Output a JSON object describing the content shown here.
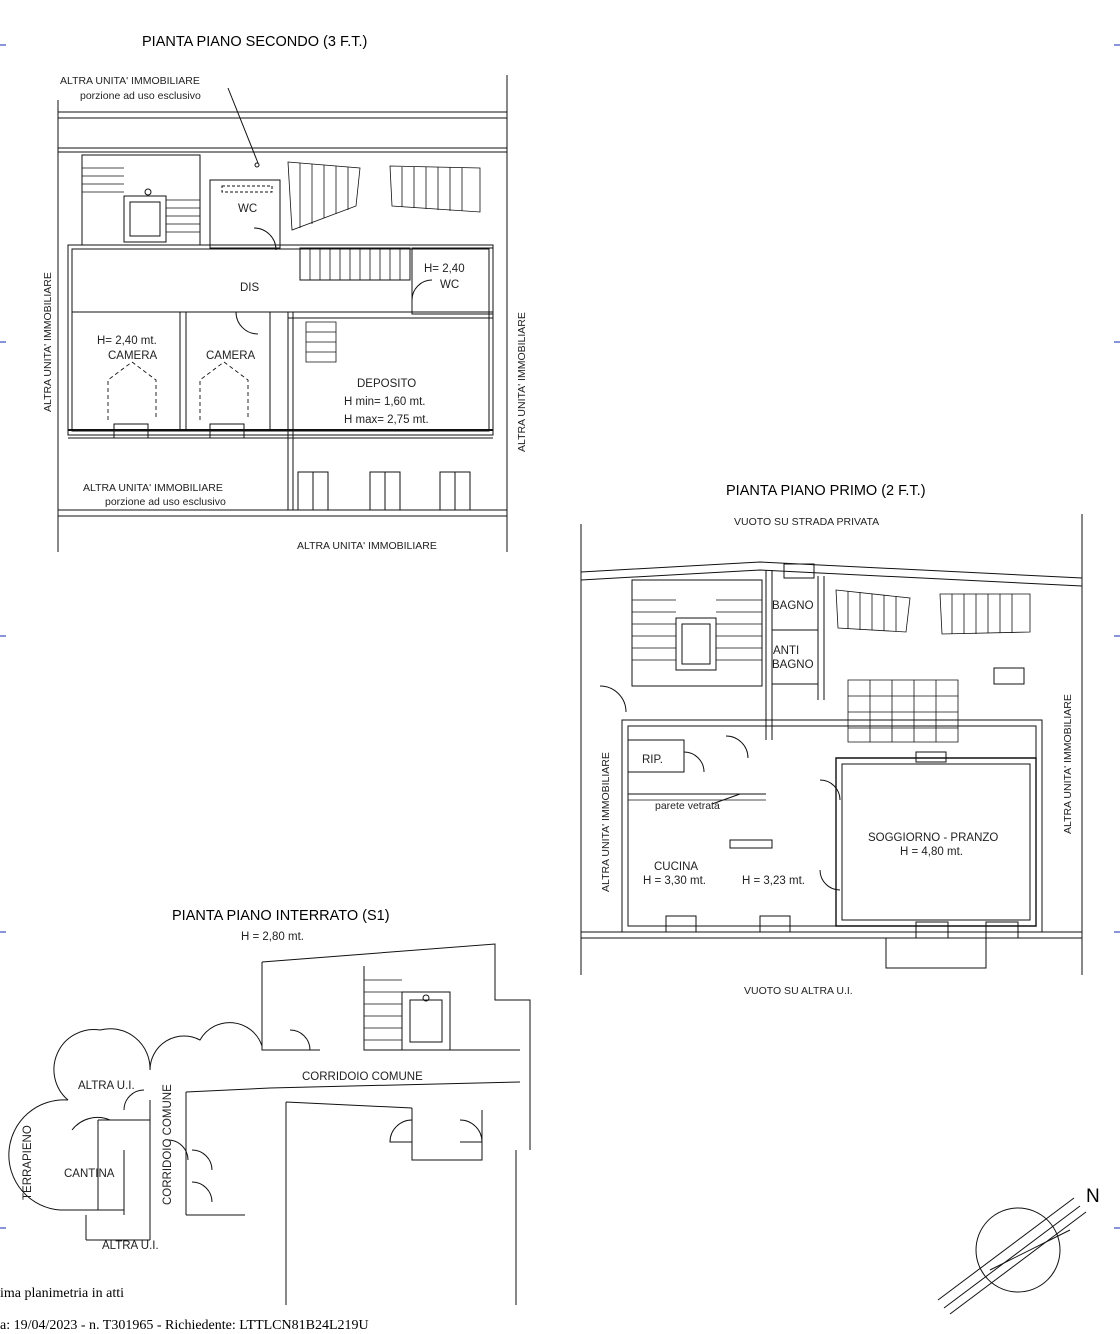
{
  "plans": {
    "second_floor": {
      "title": "PIANTA PIANO SECONDO (3 F.T.)",
      "labels": {
        "altra_unita_top": "ALTRA UNITA' IMMOBILIARE",
        "porzione_top": "porzione ad uso esclusivo",
        "wc_1": "WC",
        "h_240": "H= 2,40",
        "wc_2": "WC",
        "dis": "DIS",
        "camera_1_h": "H= 2,40 mt.",
        "camera_1": "CAMERA",
        "camera_2": "CAMERA",
        "deposito": "DEPOSITO",
        "h_min": "H min= 1,60 mt.",
        "h_max": "H max= 2,75 mt.",
        "altra_unita_left": "ALTRA UNITA' IMMOBILIARE",
        "altra_unita_right": "ALTRA UNITA' IMMOBILIARE",
        "altra_unita_bottom": "ALTRA UNITA' IMMOBILIARE",
        "porzione_bottom": "porzione ad uso esclusivo",
        "altra_unita_below": "ALTRA UNITA' IMMOBILIARE"
      }
    },
    "first_floor": {
      "title": "PIANTA PIANO PRIMO (2 F.T.)",
      "labels": {
        "vuoto_top": "VUOTO SU STRADA PRIVATA",
        "bagno": "BAGNO",
        "anti": "ANTI",
        "anti_bagno": "BAGNO",
        "rip": "RIP.",
        "parete": "parete vetrata",
        "cucina": "CUCINA",
        "cucina_h": "H = 3,30 mt.",
        "h_323": "H = 3,23 mt.",
        "soggiorno": "SOGGIORNO - PRANZO",
        "soggiorno_h": "H = 4,80 mt.",
        "altra_unita_left": "ALTRA UNITA' IMMOBILIARE",
        "altra_unita_right": "ALTRA UNITA' IMMOBILIARE",
        "vuoto_bottom": "VUOTO SU ALTRA U.I."
      }
    },
    "basement": {
      "title": "PIANTA PIANO INTERRATO (S1)",
      "height": "H = 2,80 mt.",
      "labels": {
        "corridoio_top": "CORRIDOIO COMUNE",
        "corridoio_vert": "CORRIDOIO COMUNE",
        "altra_ui_1": "ALTRA U.I.",
        "cantina": "CANTINA",
        "altra_ui_2": "ALTRA U.I.",
        "terrapieno": "TERRAPIENO"
      }
    }
  },
  "north_label": "N",
  "footer": {
    "line1": "ima planimetria in atti",
    "line2": "a: 19/04/2023 - n. T301965 - Richiedente: LTTLCN81B24L219U"
  },
  "colors": {
    "ink": "#111111",
    "paper": "#ffffff",
    "margin_tick": "#3a4cc0"
  }
}
